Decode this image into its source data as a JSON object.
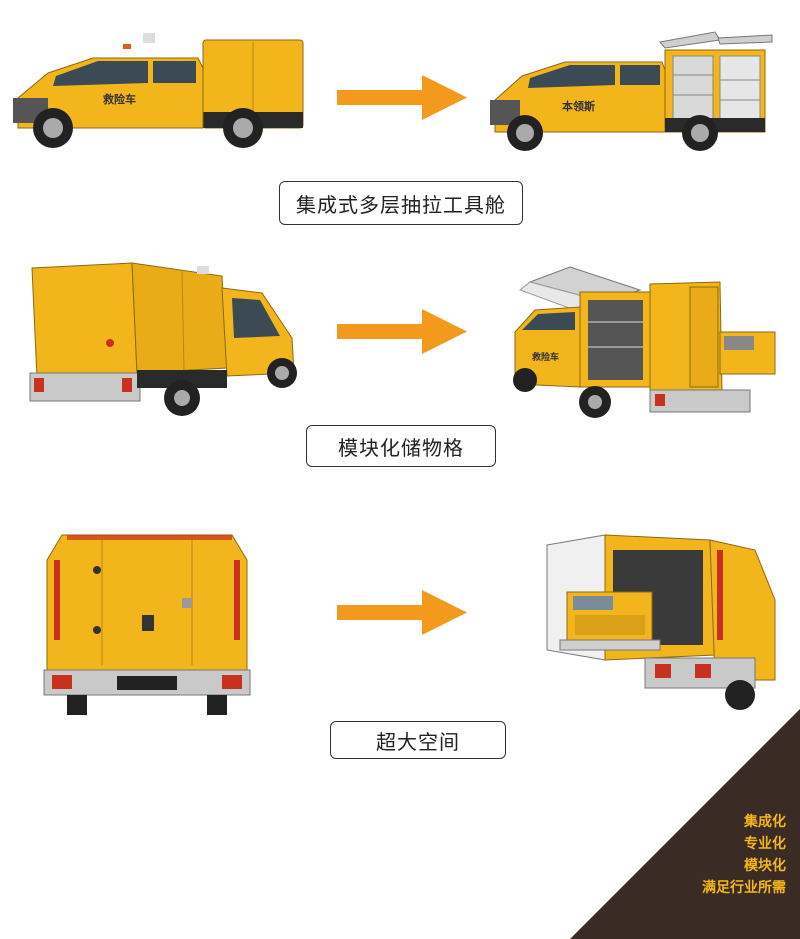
{
  "sections": [
    {
      "caption": "集成式多层抽拉工具舱",
      "truck_label_before": "救险车",
      "truck_label_after": "本领斯"
    },
    {
      "caption": "模块化储物格",
      "truck_label_after": "救险车"
    },
    {
      "caption": "超大空间"
    }
  ],
  "slogans": [
    "集成化",
    "专业化",
    "模块化",
    "满足行业所需"
  ],
  "colors": {
    "body_yellow": "#f2b51c",
    "arrow_orange": "#f39a1e",
    "corner_dark": "#3a2c24",
    "slogan_yellow": "#f5b718"
  }
}
